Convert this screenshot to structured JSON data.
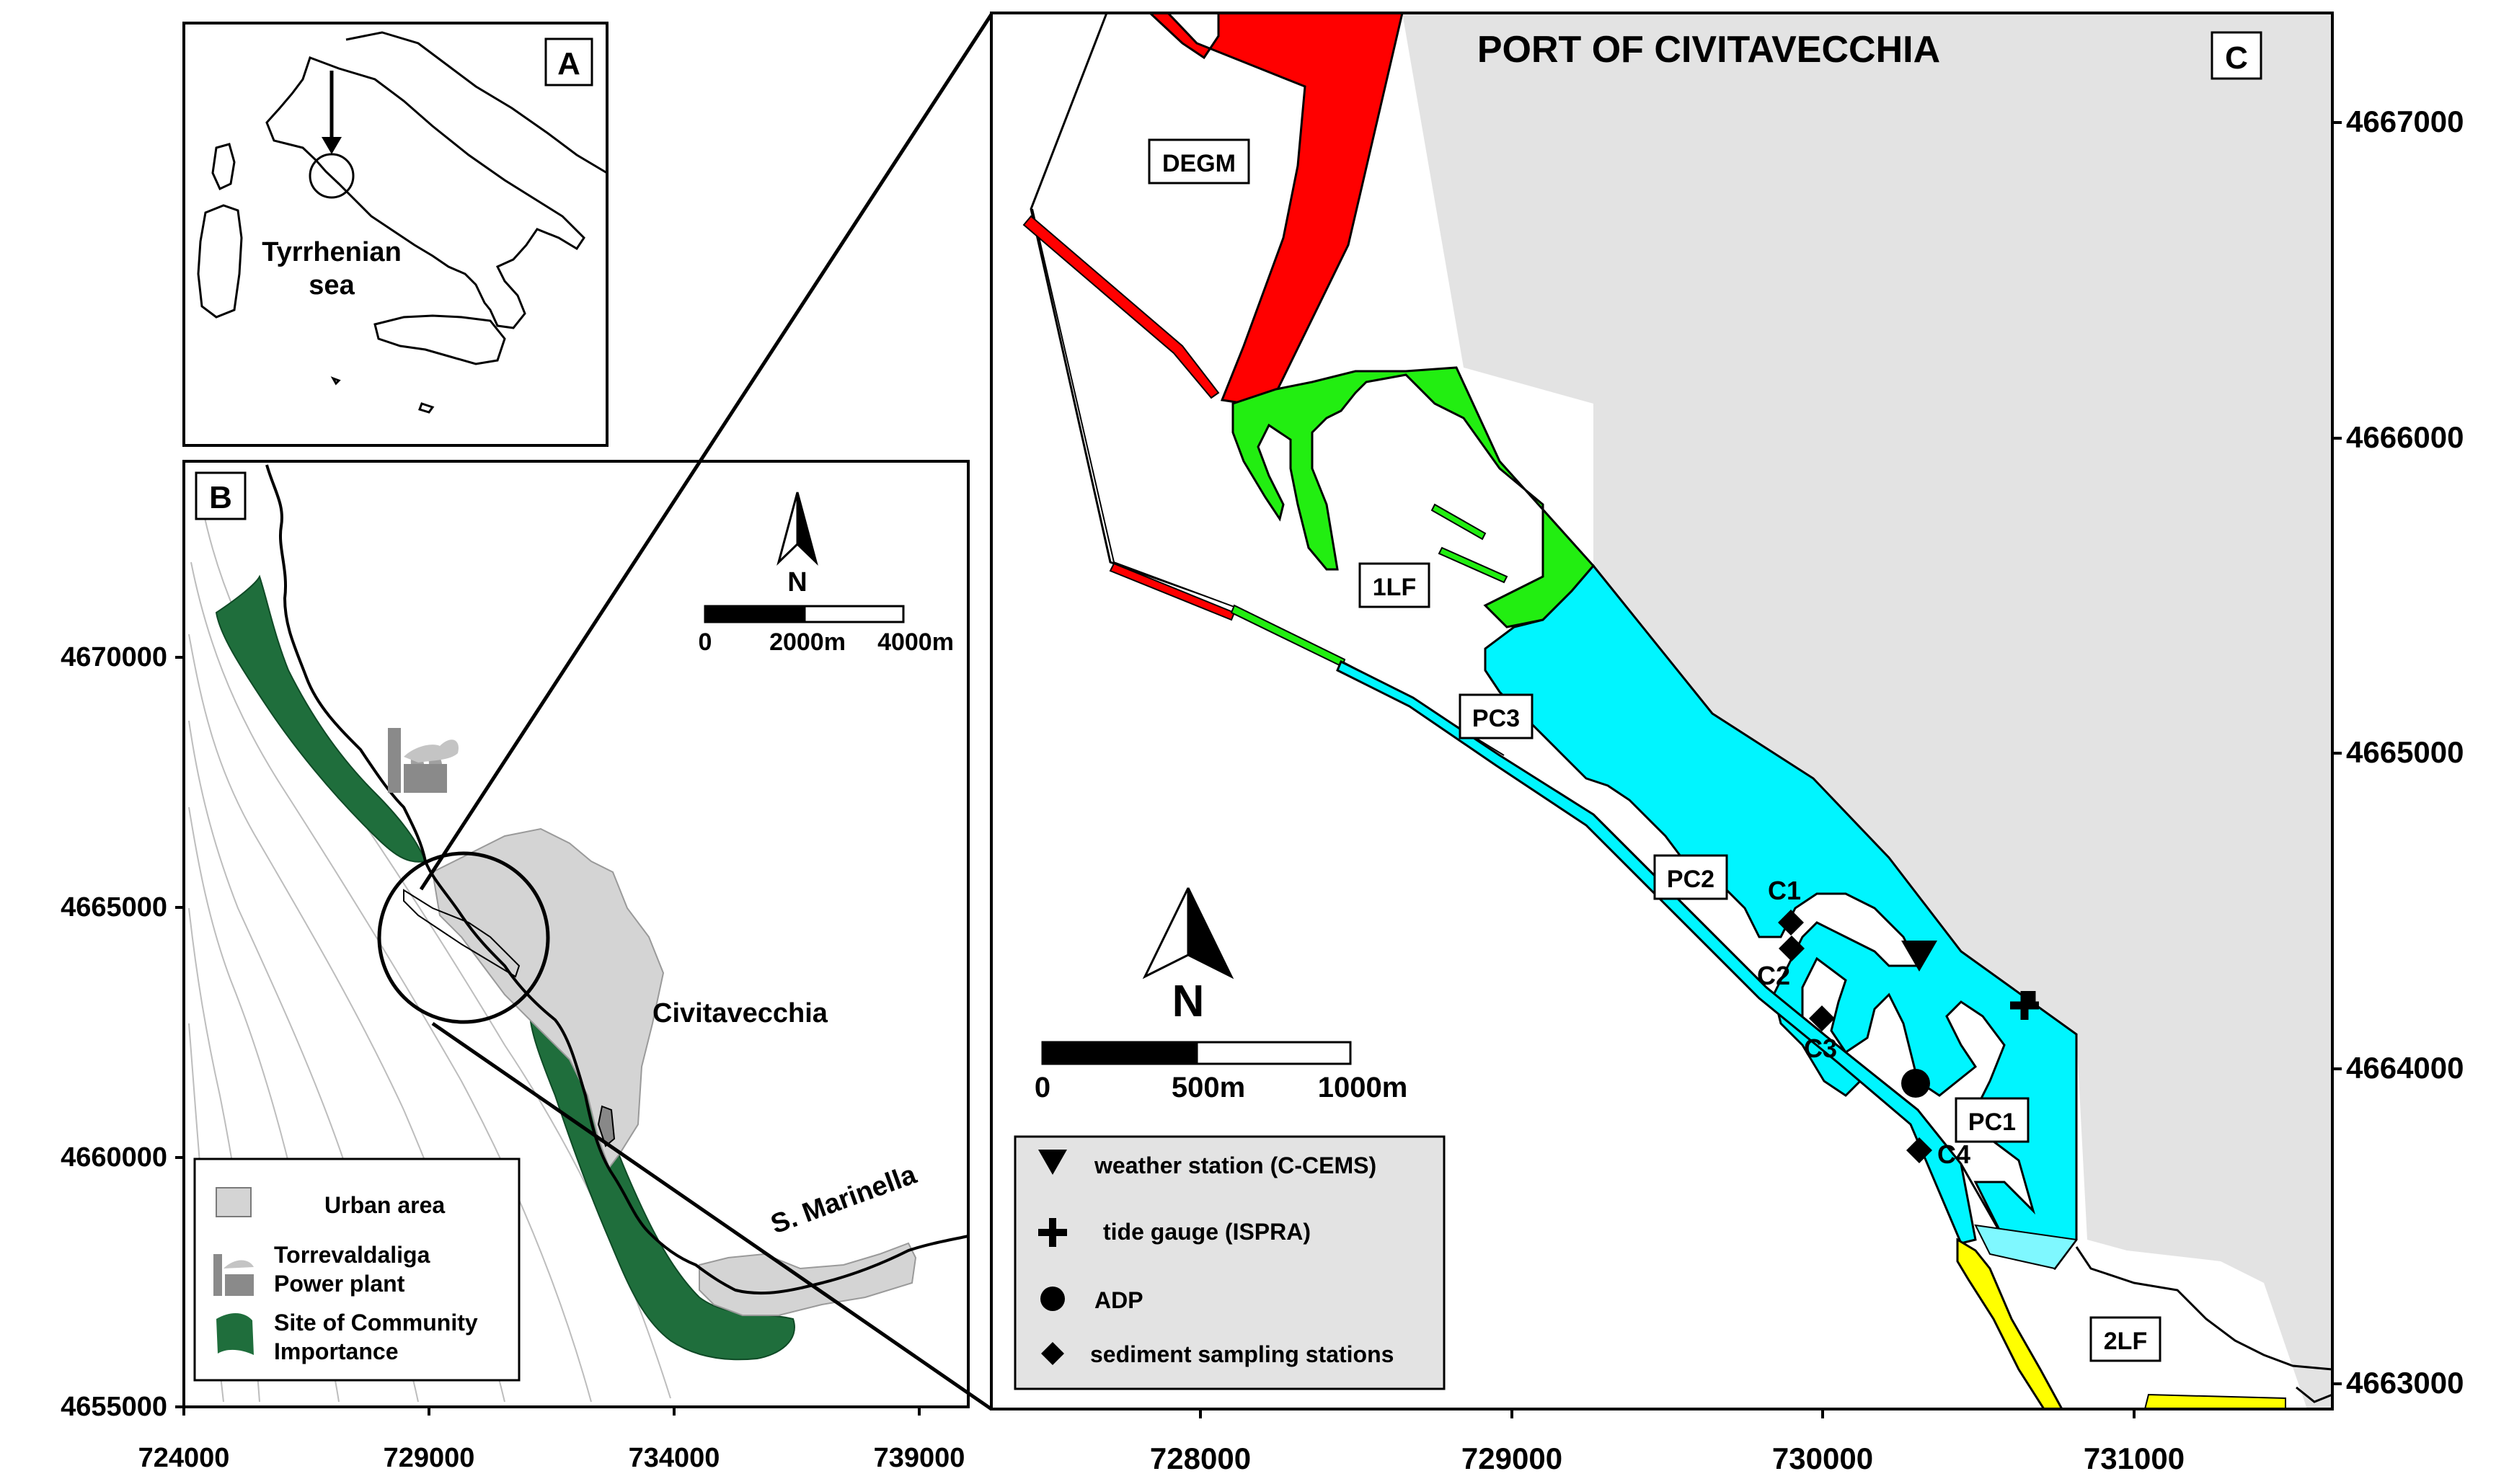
{
  "panel_a": {
    "letter": "A",
    "sea_label_line1": "Tyrrhenian",
    "sea_label_line2": "sea"
  },
  "panel_b": {
    "letter": "B",
    "north_label": "N",
    "scale_labels": [
      "0",
      "2000m",
      "4000m"
    ],
    "town_label": "Civitavecchia",
    "town2_label": "S. Marinella",
    "y_ticks": [
      "4670000",
      "4665000",
      "4660000",
      "4655000"
    ],
    "x_ticks": [
      "724000",
      "729000",
      "734000",
      "739000"
    ],
    "legend": {
      "urban": "Urban area",
      "plant_line1": "Torrevaldaliga",
      "plant_line2": "Power plant",
      "sci_line1": "Site of Community",
      "sci_line2": "Importance"
    }
  },
  "panel_c": {
    "letter": "C",
    "title": "PORT OF CIVITAVECCHIA",
    "north_label": "N",
    "scale_labels": [
      "0",
      "500m",
      "1000m"
    ],
    "area_labels": {
      "degm": "DEGM",
      "lf1": "1LF",
      "pc3": "PC3",
      "pc2": "PC2",
      "pc1": "PC1",
      "lf2": "2LF"
    },
    "stations": {
      "c1": "C1",
      "c2": "C2",
      "c3": "C3",
      "c4": "C4"
    },
    "legend": {
      "weather": "weather station (C-CEMS)",
      "tide": "tide gauge (ISPRA)",
      "adp": "ADP",
      "sediment": "sediment sampling stations"
    },
    "y_ticks": [
      "4667000",
      "4666000",
      "4665000",
      "4664000",
      "4663000"
    ],
    "x_ticks": [
      "728000",
      "729000",
      "730000",
      "731000"
    ]
  },
  "colors": {
    "red_zone": "#ff0000",
    "green_zone": "#22ee11",
    "cyan_zone": "#00f5ff",
    "yellow_zone": "#ffff00",
    "sea_grey": "#e3e3e3",
    "sci_green": "#1f6e3c",
    "urban_grey": "#d4d4d4"
  }
}
